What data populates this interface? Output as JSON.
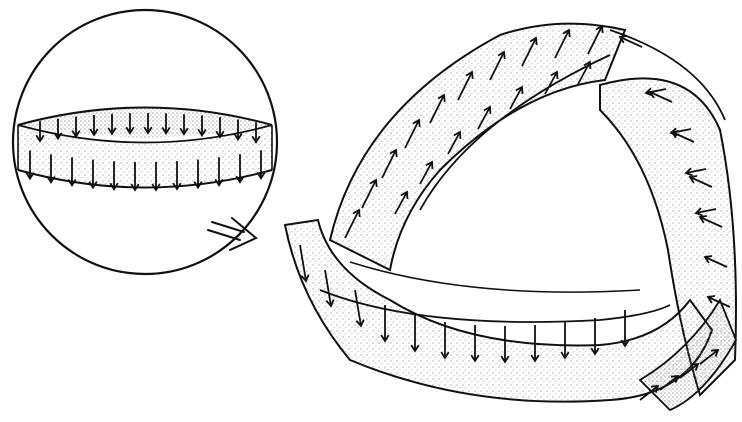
{
  "illustration": {
    "description_visible_text": "",
    "parts": [
      {
        "id": "sphere-with-band",
        "icon": "sphere-icon"
      },
      {
        "id": "transition-arrow",
        "icon": "double-arrow-icon"
      },
      {
        "id": "mobius-band",
        "icon": "mobius-strip-icon"
      }
    ],
    "colors": {
      "ink": "#111111",
      "stipple": "#7a7a7a",
      "paper": "#ffffff"
    }
  }
}
